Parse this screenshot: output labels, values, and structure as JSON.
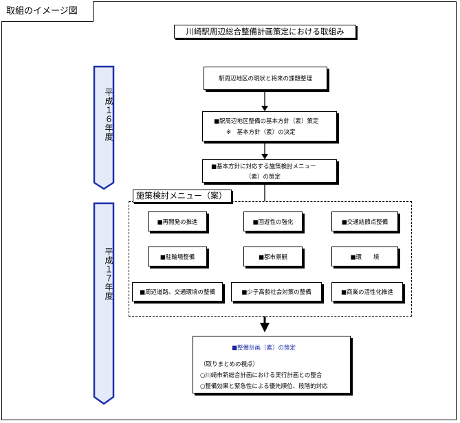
{
  "page_title": "取組のイメージ図",
  "heading": "川崎駅周辺総合整備計画策定における取組み",
  "periods": [
    "平成１６年度",
    "平成１７年度"
  ],
  "flow": {
    "step1": "駅周辺地区の現状と将来の課題整理",
    "step2": [
      "■駅周辺地区整備の基本方針（素）策定",
      "※　基本方針（素）の決定"
    ],
    "step3": [
      "■基本方針に対応する施策検討メニュー",
      "（素）の策定"
    ]
  },
  "menu_title": "施策検討メニュー（案）",
  "menu_items": [
    "■再開発の推進",
    "■回遊性の強化",
    "■交通結節点整備",
    "■駐輪場整備",
    "■都市景観",
    "■環　　境",
    "■周辺道路、交通環境の整備",
    "■少子高齢社会対策の整備",
    "■商業の活性化推進"
  ],
  "plan": {
    "title": "■整備計画（素）の策定",
    "subtitle": "（取りまとめの視点）",
    "points": [
      "○川崎市新総合計画における実行計画との整合",
      "○整備効果と緊急性による優先順位、段階的対応"
    ]
  },
  "colors": {
    "period_arrow_fill": "#e3ebf8",
    "period_arrow_stroke": "#1c2fa8",
    "plan_title": "#1a2aa0"
  }
}
